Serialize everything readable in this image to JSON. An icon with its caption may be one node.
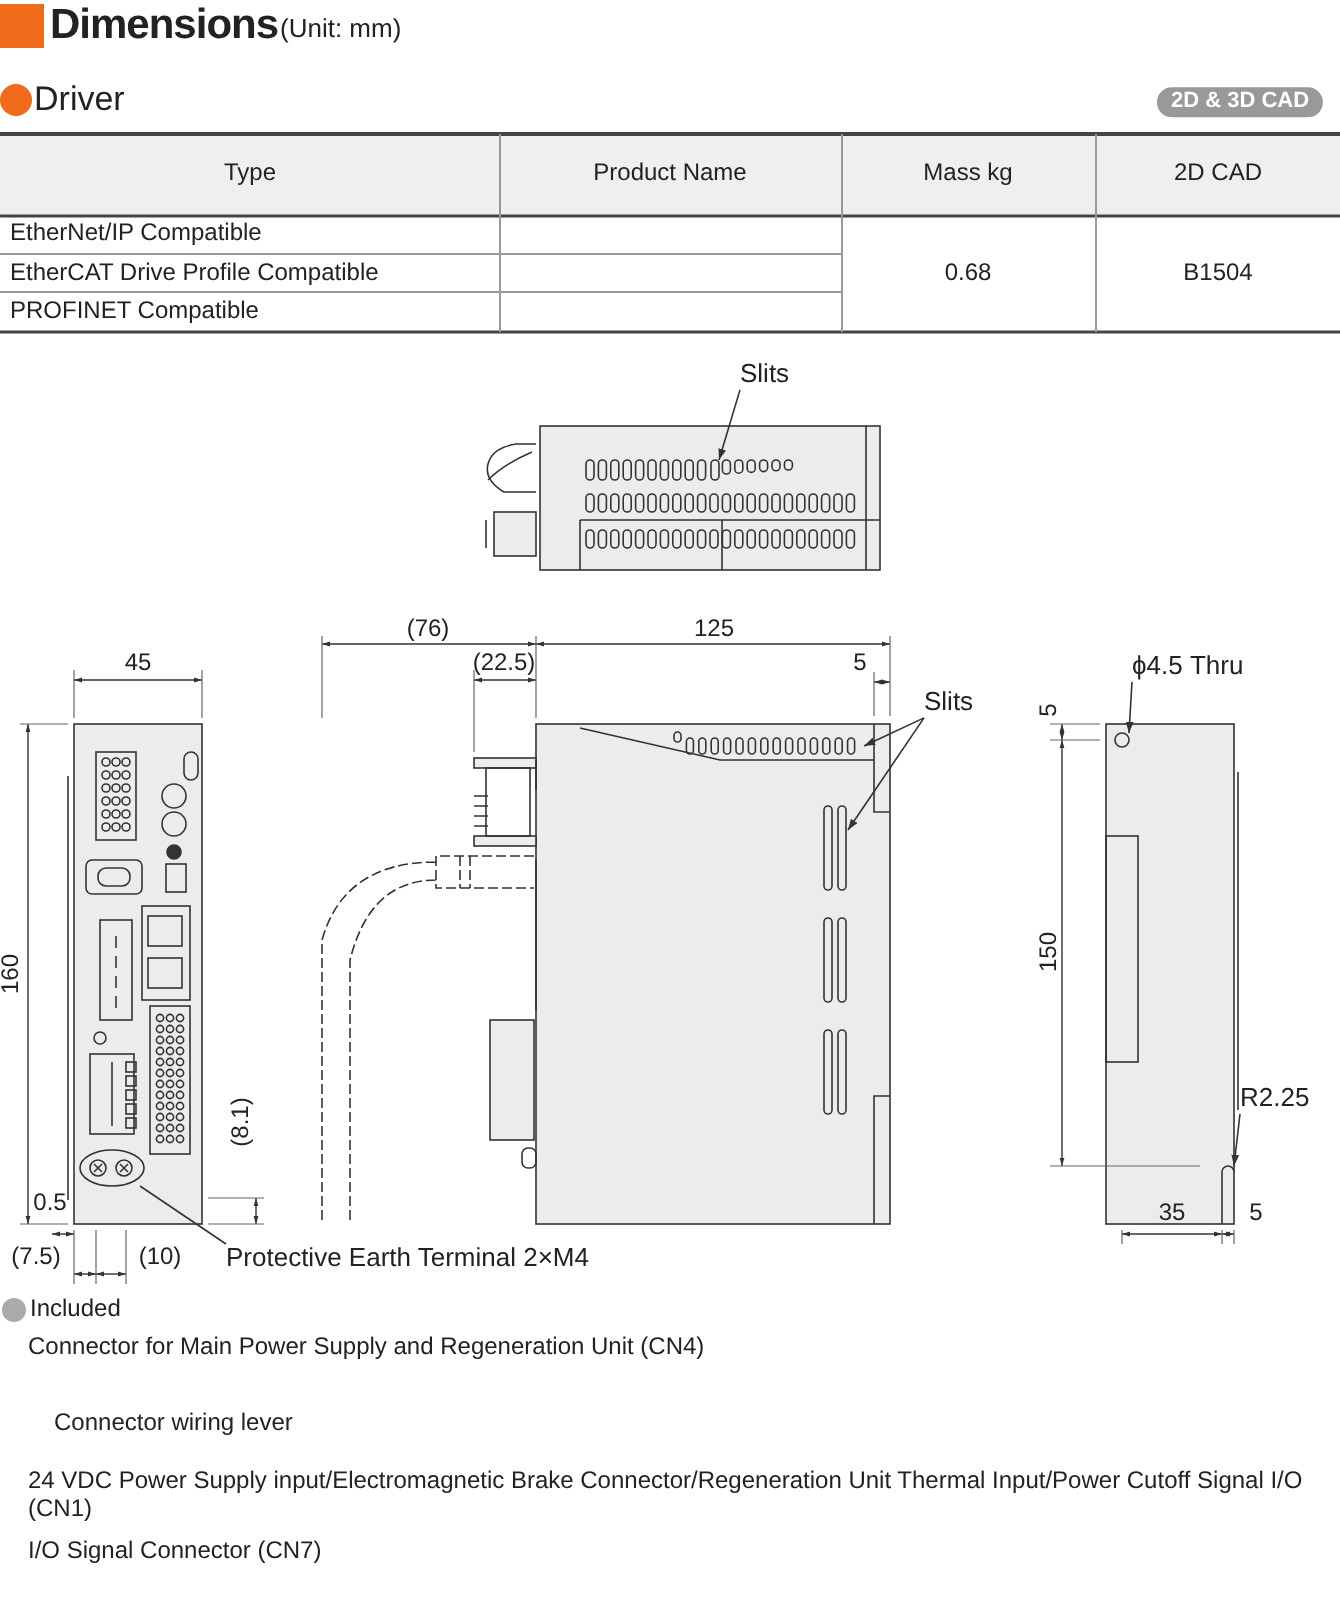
{
  "diagram": {
    "title": "Dimensions",
    "nodes": [
      {
        "text": [
          "Slits"
        ]
      },
      {
        "text": [
          "Slits"
        ]
      },
      {
        "text": [
          "ϕ4.5 Thru"
        ]
      },
      {
        "text": [
          "R2.25"
        ]
      },
      {
        "text": [
          "Protective Earth Terminal 2×M4"
        ]
      },
      {
        "text": [],
        "shape": "circle"
      },
      {
        "text": [],
        "shape": "corner"
      },
      {
        "text": [],
        "shape": "slot"
      }
    ],
    "edges": [
      {
        "from": 0,
        "to": 7,
        "arrow": "to"
      },
      {
        "from": 1,
        "to": null,
        "arrow": "to"
      },
      {
        "from": 1,
        "to": null,
        "arrow": "to"
      },
      {
        "from": 2,
        "to": 5,
        "arrow": "to"
      },
      {
        "from": 3,
        "to": 6,
        "arrow": "to"
      },
      {
        "from": 4,
        "to": null,
        "arrow": "none"
      }
    ],
    "labels": [
      "(Unit: mm)",
      "Driver",
      "2D & 3D CAD",
      "Type",
      "Product Name",
      "Mass kg",
      "2D CAD",
      "EtherNet/IP Compatible",
      "EtherCAT Drive Profile Compatible",
      "0.68",
      "B1504",
      "PROFINET Compatible",
      "45",
      "(76)",
      "125",
      "(22.5)",
      "5",
      "160",
      "(8.1)",
      "0.5",
      "(7.5)",
      "(10)",
      "5",
      "150",
      "35",
      "5",
      "Included",
      "Connector for Main Power Supply and Regeneration Unit (CN4)",
      "Connector wiring lever",
      "24 VDC Power Supply input/Electromagnetic Brake Connector/Regeneration Unit Thermal Input/Power Cutoff Signal I/O (CN1)",
      "I/O Signal Connector (CN7)"
    ]
  }
}
